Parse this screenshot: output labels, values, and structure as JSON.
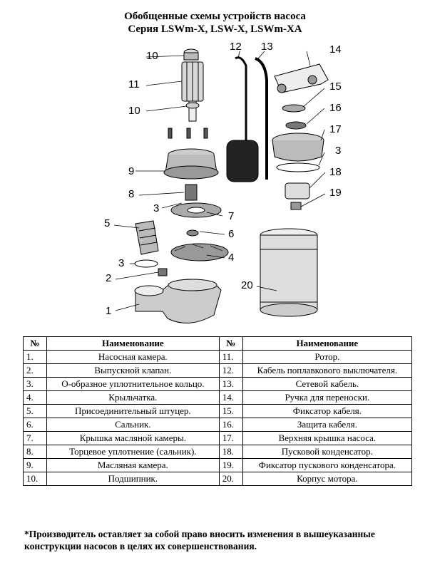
{
  "title_line1": "Обобщенные схемы устройств насоса",
  "title_line2": "Серия LSWm-X, LSW-X, LSWm-XA",
  "callouts": [
    "10",
    "11",
    "10",
    "12",
    "13",
    "14",
    "15",
    "16",
    "17",
    "3",
    "9",
    "8",
    "3",
    "7",
    "18",
    "19",
    "5",
    "6",
    "3",
    "4",
    "2",
    "20",
    "1"
  ],
  "table": {
    "headers": [
      "№",
      "Наименование",
      "№",
      "Наименование"
    ],
    "rows": [
      [
        "1.",
        "Насосная камера.",
        "11.",
        "Ротор."
      ],
      [
        "2.",
        "Выпускной клапан.",
        "12.",
        "Кабель поплавкового выключателя."
      ],
      [
        "3.",
        "О-образное уплотнительное кольцо.",
        "13.",
        "Сетевой кабель."
      ],
      [
        "4.",
        "Крыльчатка.",
        "14.",
        "Ручка для переноски."
      ],
      [
        "5.",
        "Присоединительный штуцер.",
        "15.",
        "Фиксатор кабеля."
      ],
      [
        "6.",
        "Сальник.",
        "16.",
        "Защита кабеля."
      ],
      [
        "7.",
        "Крышка масляной камеры.",
        "17.",
        "Верхняя крышка насоса."
      ],
      [
        "8.",
        "Торцевое уплотнение (сальник).",
        "18.",
        "Пусковой конденсатор."
      ],
      [
        "9.",
        "Масляная камера.",
        "19.",
        "Фиксатор пускового конденсатора."
      ],
      [
        "10.",
        "Подшипник.",
        "20.",
        "Корпус мотора."
      ]
    ]
  },
  "footnote": "*Производитель оставляет за собой право вносить изменения в вышеуказанные конструкции насосов в целях их совершенствования."
}
